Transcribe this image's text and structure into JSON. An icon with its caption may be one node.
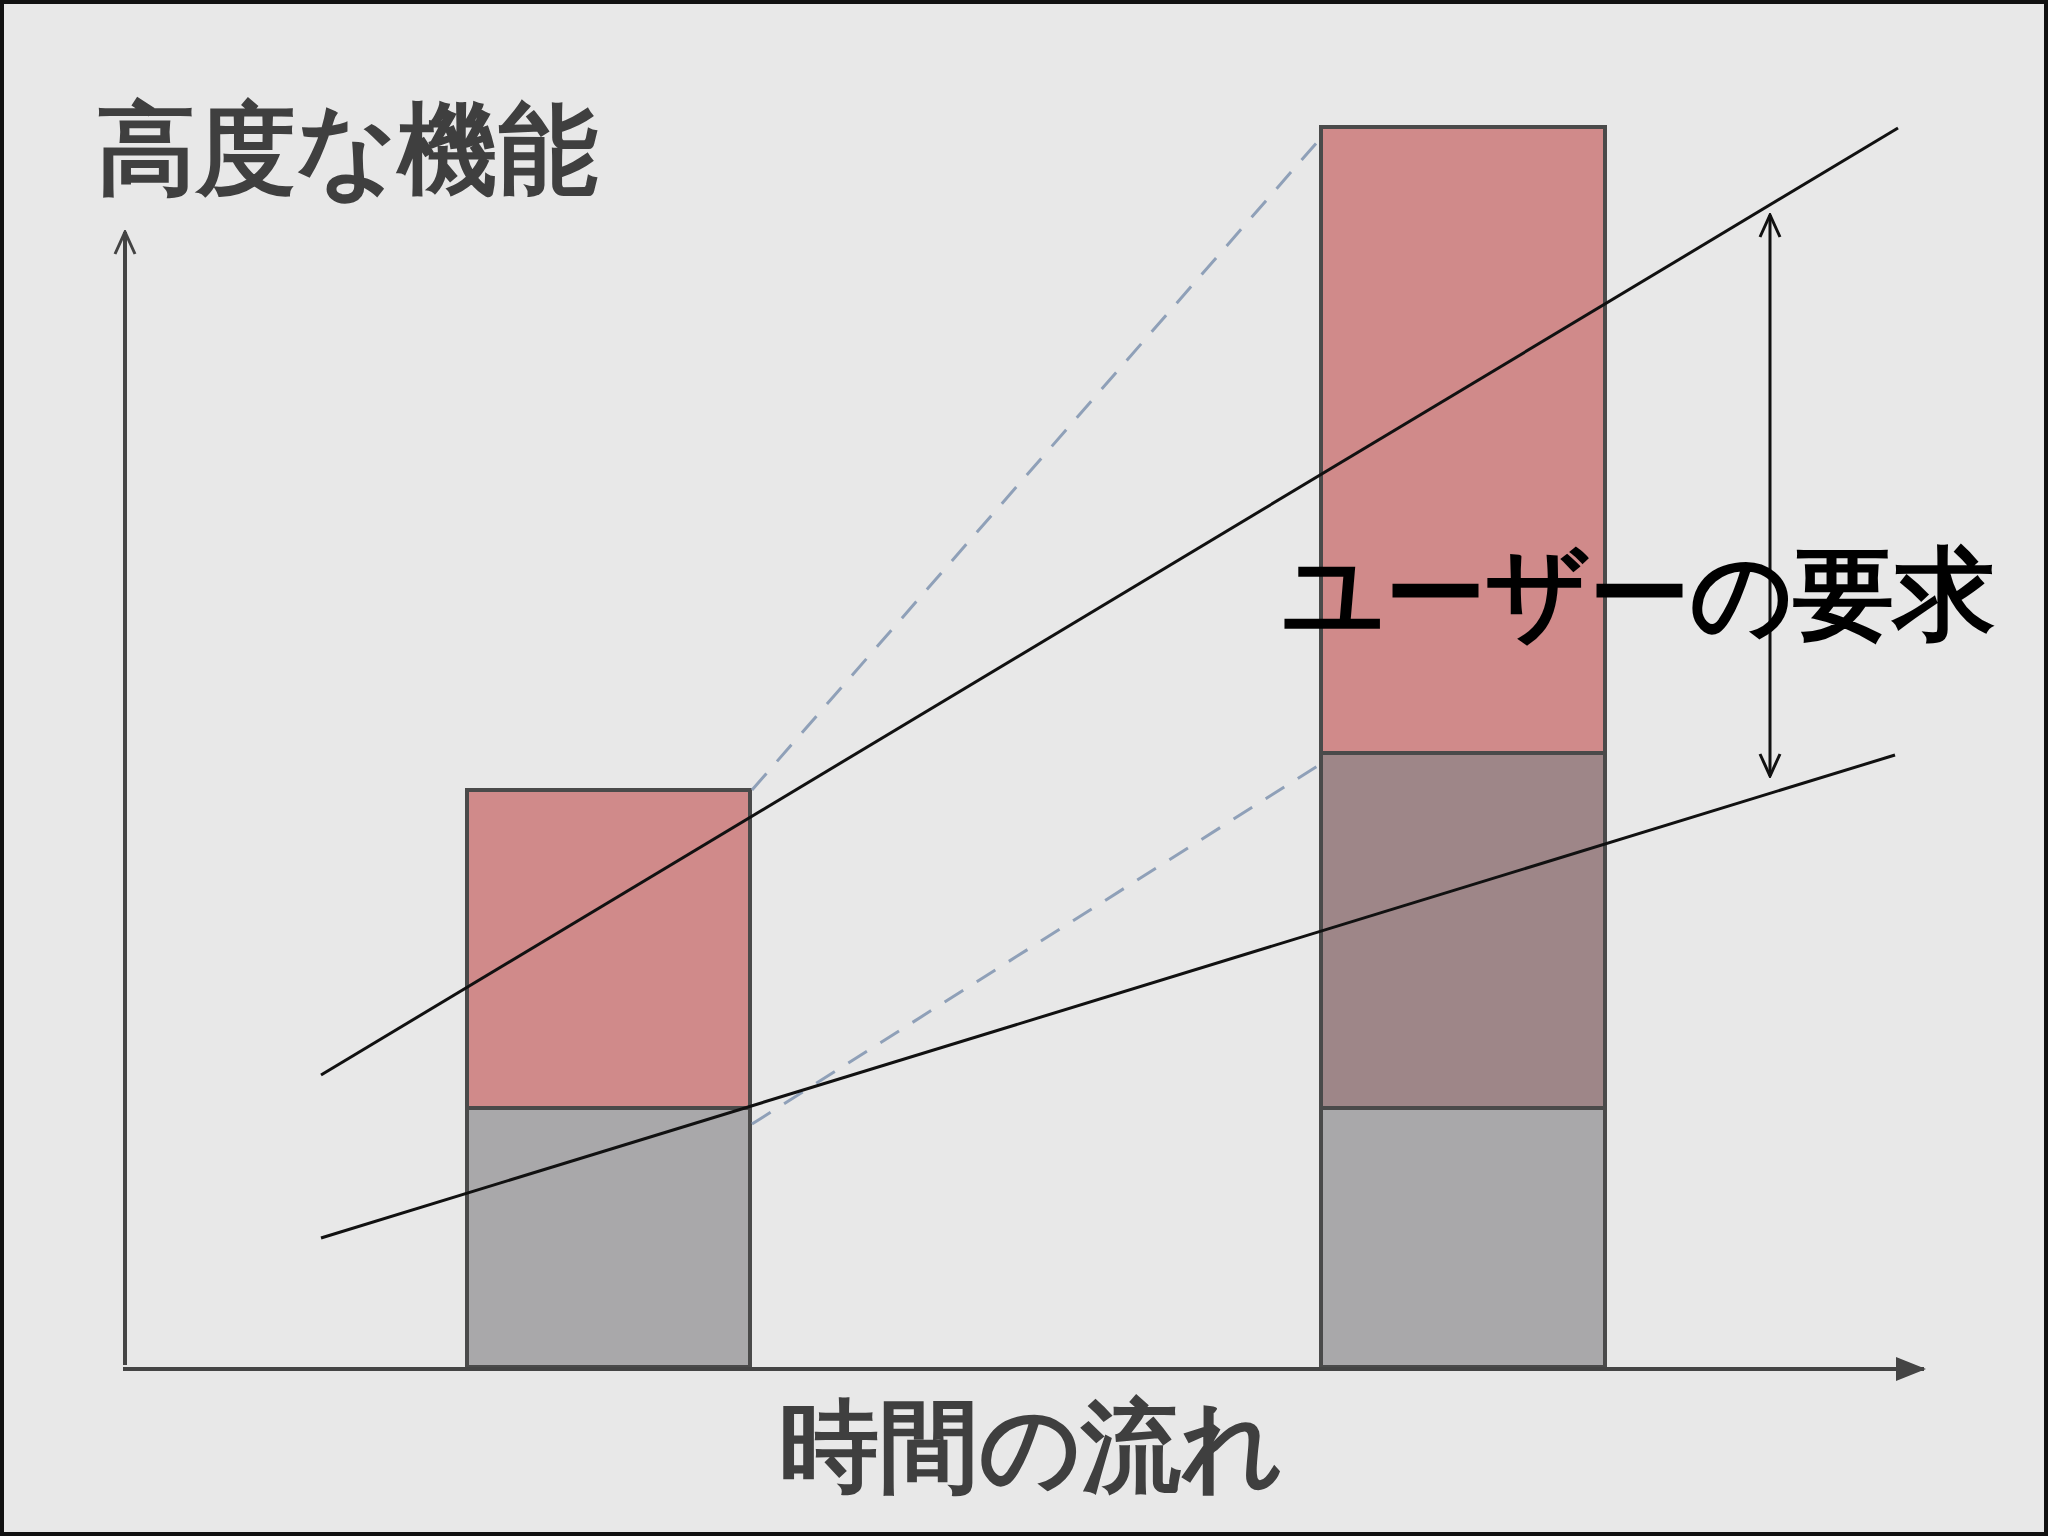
{
  "diagram": {
    "nodes": [
      {
        "text": [],
        "shape": "bar"
      },
      {
        "text": [],
        "shape": "bar"
      },
      {
        "text": [],
        "shape": "bar"
      },
      {
        "text": [],
        "shape": "bar"
      },
      {
        "text": [],
        "shape": "bar"
      }
    ],
    "edges": [
      {
        "from": 0,
        "to": 2,
        "arrow": "none",
        "style": "dashed"
      },
      {
        "from": 1,
        "to": 3,
        "arrow": "none",
        "style": "dashed"
      }
    ],
    "labels": [
      "高度な機能",
      "ユーザーの要求",
      "時間の流れ"
    ]
  }
}
